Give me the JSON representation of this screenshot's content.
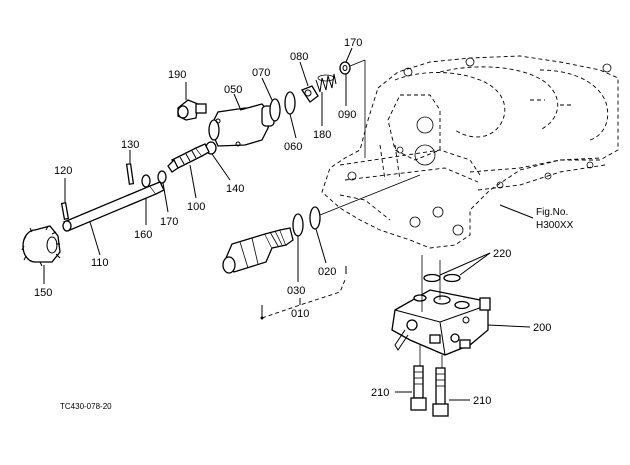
{
  "figure": {
    "fig_label": "Fig.No.",
    "fig_no": "H300XX",
    "drawing_code": "TC430-078-20"
  },
  "callouts": {
    "p010": "010",
    "p020": "020",
    "p030": "030",
    "p050": "050",
    "p060": "060",
    "p070": "070",
    "p080": "080",
    "p090": "090",
    "p100": "100",
    "p110": "110",
    "p120": "120",
    "p130": "130",
    "p140": "140",
    "p150": "150",
    "p160": "160",
    "p170a": "170",
    "p170b": "170",
    "p180": "180",
    "p190": "190",
    "p200": "200",
    "p210a": "210",
    "p210b": "210",
    "p220": "220"
  }
}
